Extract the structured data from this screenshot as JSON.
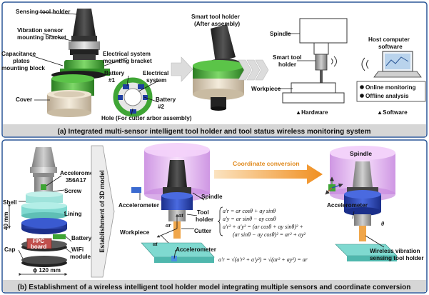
{
  "panel_a": {
    "caption": "(a) Integrated multi-sensor intelligent tool holder and tool status wireless monitoring system",
    "labels": {
      "sensing_tool_holder": "Sensing tool holder",
      "vibration_bracket_1": "Vibration sensor",
      "vibration_bracket_2": "mounting bracket",
      "capacitance_1": "Capacitance",
      "capacitance_2": "plates",
      "capacitance_3": "mounting block",
      "cover": "Cover",
      "electrical_bracket_1": "Electrical system",
      "electrical_bracket_2": "mounting bracket",
      "battery1_1": "Battery",
      "battery1_2": "#1",
      "electrical_system_1": "Electrical",
      "electrical_system_2": "system",
      "battery2_1": "Battery",
      "battery2_2": "#2",
      "hole": "Hole (For cutter arbor assembly)",
      "smart_holder_after_1": "Smart tool holder",
      "smart_holder_after_2": "(After assembly)",
      "spindle": "Spindle",
      "smart_tool_1": "Smart tool",
      "smart_tool_2": "holder",
      "workpiece": "Workpiece",
      "hardware": "▲Hardware",
      "host_1": "Host computer",
      "host_2": "software",
      "online_monitoring": "Online monitoring",
      "offline_analysis": "Offline analysis",
      "software": "▲Software"
    }
  },
  "panel_b": {
    "caption": "(b) Establishment of a wireless intelligent tool holder model integrating multiple sensors and coordinate conversion",
    "labels": {
      "accelerometer_1": "Accelerometer",
      "accelerometer_2": "356A17",
      "screw": "Screw",
      "shell": "Shell",
      "lining": "Lining",
      "dim_40": "40 mm",
      "battery": "Battery",
      "fpc_1": "FPC",
      "fpc_2": "board",
      "wifi_1": "WiFi",
      "wifi_2": "module",
      "cap": "Cap",
      "dim_120": "ϕ 120 mm",
      "establishment": "Establishment of 3D model",
      "coord_conversion": "Coordinate conversion",
      "accelerometer_mid": "Accelerometer",
      "spindle_mid": "Spindle",
      "tool_holder_1": "Tool",
      "tool_holder_2": "holder",
      "cutter": "Cutter",
      "workpiece": "Workpiece",
      "accelerometer_bottom": "Accelerometer",
      "spindle_right": "Spindle",
      "accelerometer_right": "Accelerometer",
      "wireless_1": "Wireless vibration",
      "wireless_2": "sensing tool holder",
      "alpha_t": "αt",
      "alpha_r": "αr",
      "alpha_t2": "αt",
      "theta": "θ"
    },
    "equations": {
      "eq1": "a′r = ar cosθ + ay sinθ",
      "eq2": "a′y = ar sinθ − ay cosθ",
      "eq3": "a′r² + a′y² = (ar cosθ + ay sinθ)² +",
      "eq4": "(ar sinθ − ay cosθ)² = ar² + ay²",
      "eq5": "a′r = √(a′r² + a′y²) = √(ar² + ay²) = ar"
    }
  },
  "colors": {
    "panel_border": "#2b5797",
    "caption_bg": "#d6d6d6",
    "green": "#3fa535",
    "pink": "#e6b3f0",
    "blue_ring": "#2a46b8",
    "cyan": "#7fd9d0",
    "orange": "#f0a64a"
  }
}
